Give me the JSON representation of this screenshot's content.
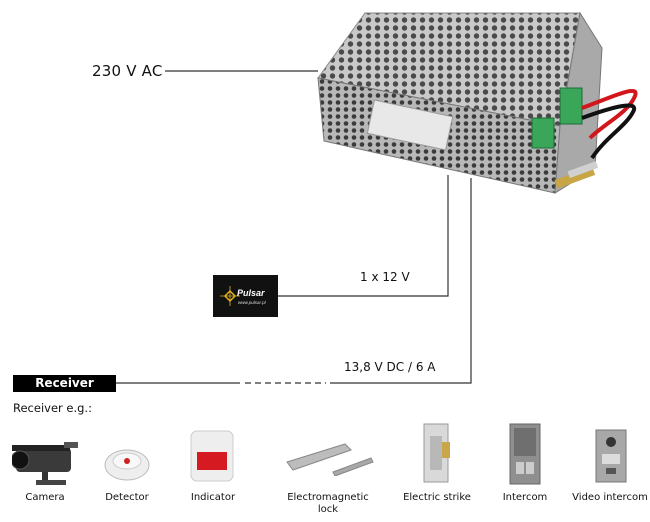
{
  "supply": {
    "ac_label": "230 V AC"
  },
  "battery": {
    "label": "1 x 12 V",
    "brand": "Pulsar",
    "url": "www.pulsar.pl"
  },
  "output": {
    "label": "13,8 V DC / 6 A"
  },
  "receiver": {
    "badge": "Receiver",
    "examples_label": "Receiver e.g.:",
    "devices": [
      {
        "id": "camera",
        "label": "Camera"
      },
      {
        "id": "detector",
        "label": "Detector"
      },
      {
        "id": "indicator",
        "label": "Indicator"
      },
      {
        "id": "maglock",
        "label": "Electromagnetic\nlock"
      },
      {
        "id": "strike",
        "label": "Electric strike"
      },
      {
        "id": "intercom",
        "label": "Intercom"
      },
      {
        "id": "video-intercom",
        "label": "Video intercom"
      }
    ]
  },
  "colors": {
    "wire": "#333333",
    "terminal": "#3aa65a",
    "cable_red": "#d2161b"
  }
}
